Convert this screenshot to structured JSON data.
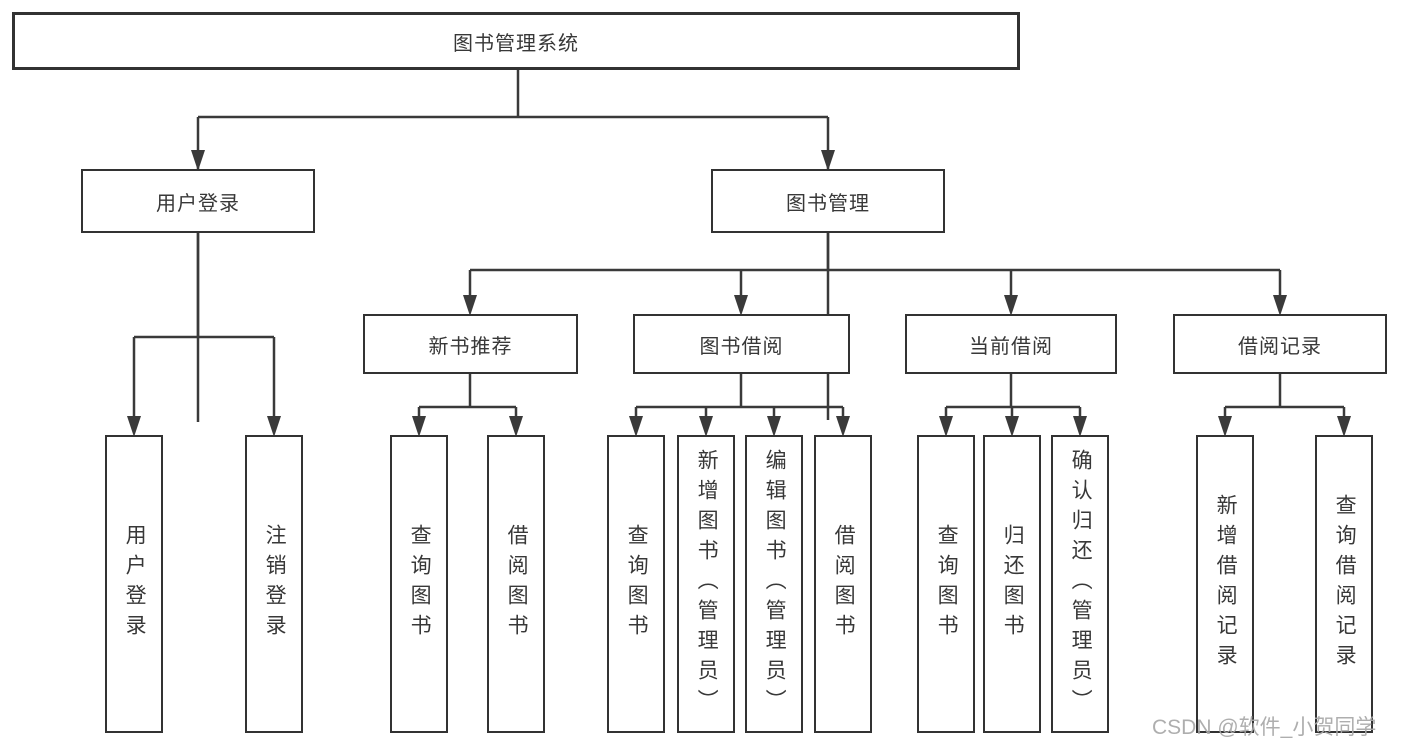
{
  "colors": {
    "line": "#3a3a3a",
    "border": "#323232",
    "text": "#383838",
    "watermark": "#a8a8a8",
    "bg": "#ffffff"
  },
  "watermark": {
    "text": "CSDN @软件_小贺同学"
  },
  "tree": {
    "label": "图书管理系统",
    "children": [
      {
        "label": "用户登录",
        "children": [
          {
            "label": "用户登录"
          },
          {
            "label": "注销登录"
          }
        ]
      },
      {
        "label": "图书管理",
        "children": [
          {
            "label": "新书推荐",
            "children": [
              {
                "label": "查询图书"
              },
              {
                "label": "借阅图书"
              }
            ]
          },
          {
            "label": "图书借阅",
            "children": [
              {
                "label": "查询图书"
              },
              {
                "label": "新增图书（管理员）"
              },
              {
                "label": "编辑图书（管理员）"
              },
              {
                "label": "借阅图书"
              }
            ]
          },
          {
            "label": "当前借阅",
            "children": [
              {
                "label": "查询图书"
              },
              {
                "label": "归还图书"
              },
              {
                "label": "确认归还（管理员）"
              }
            ]
          },
          {
            "label": "借阅记录",
            "children": [
              {
                "label": "新增借阅记录"
              },
              {
                "label": "查询借阅记录"
              }
            ]
          }
        ]
      }
    ]
  }
}
